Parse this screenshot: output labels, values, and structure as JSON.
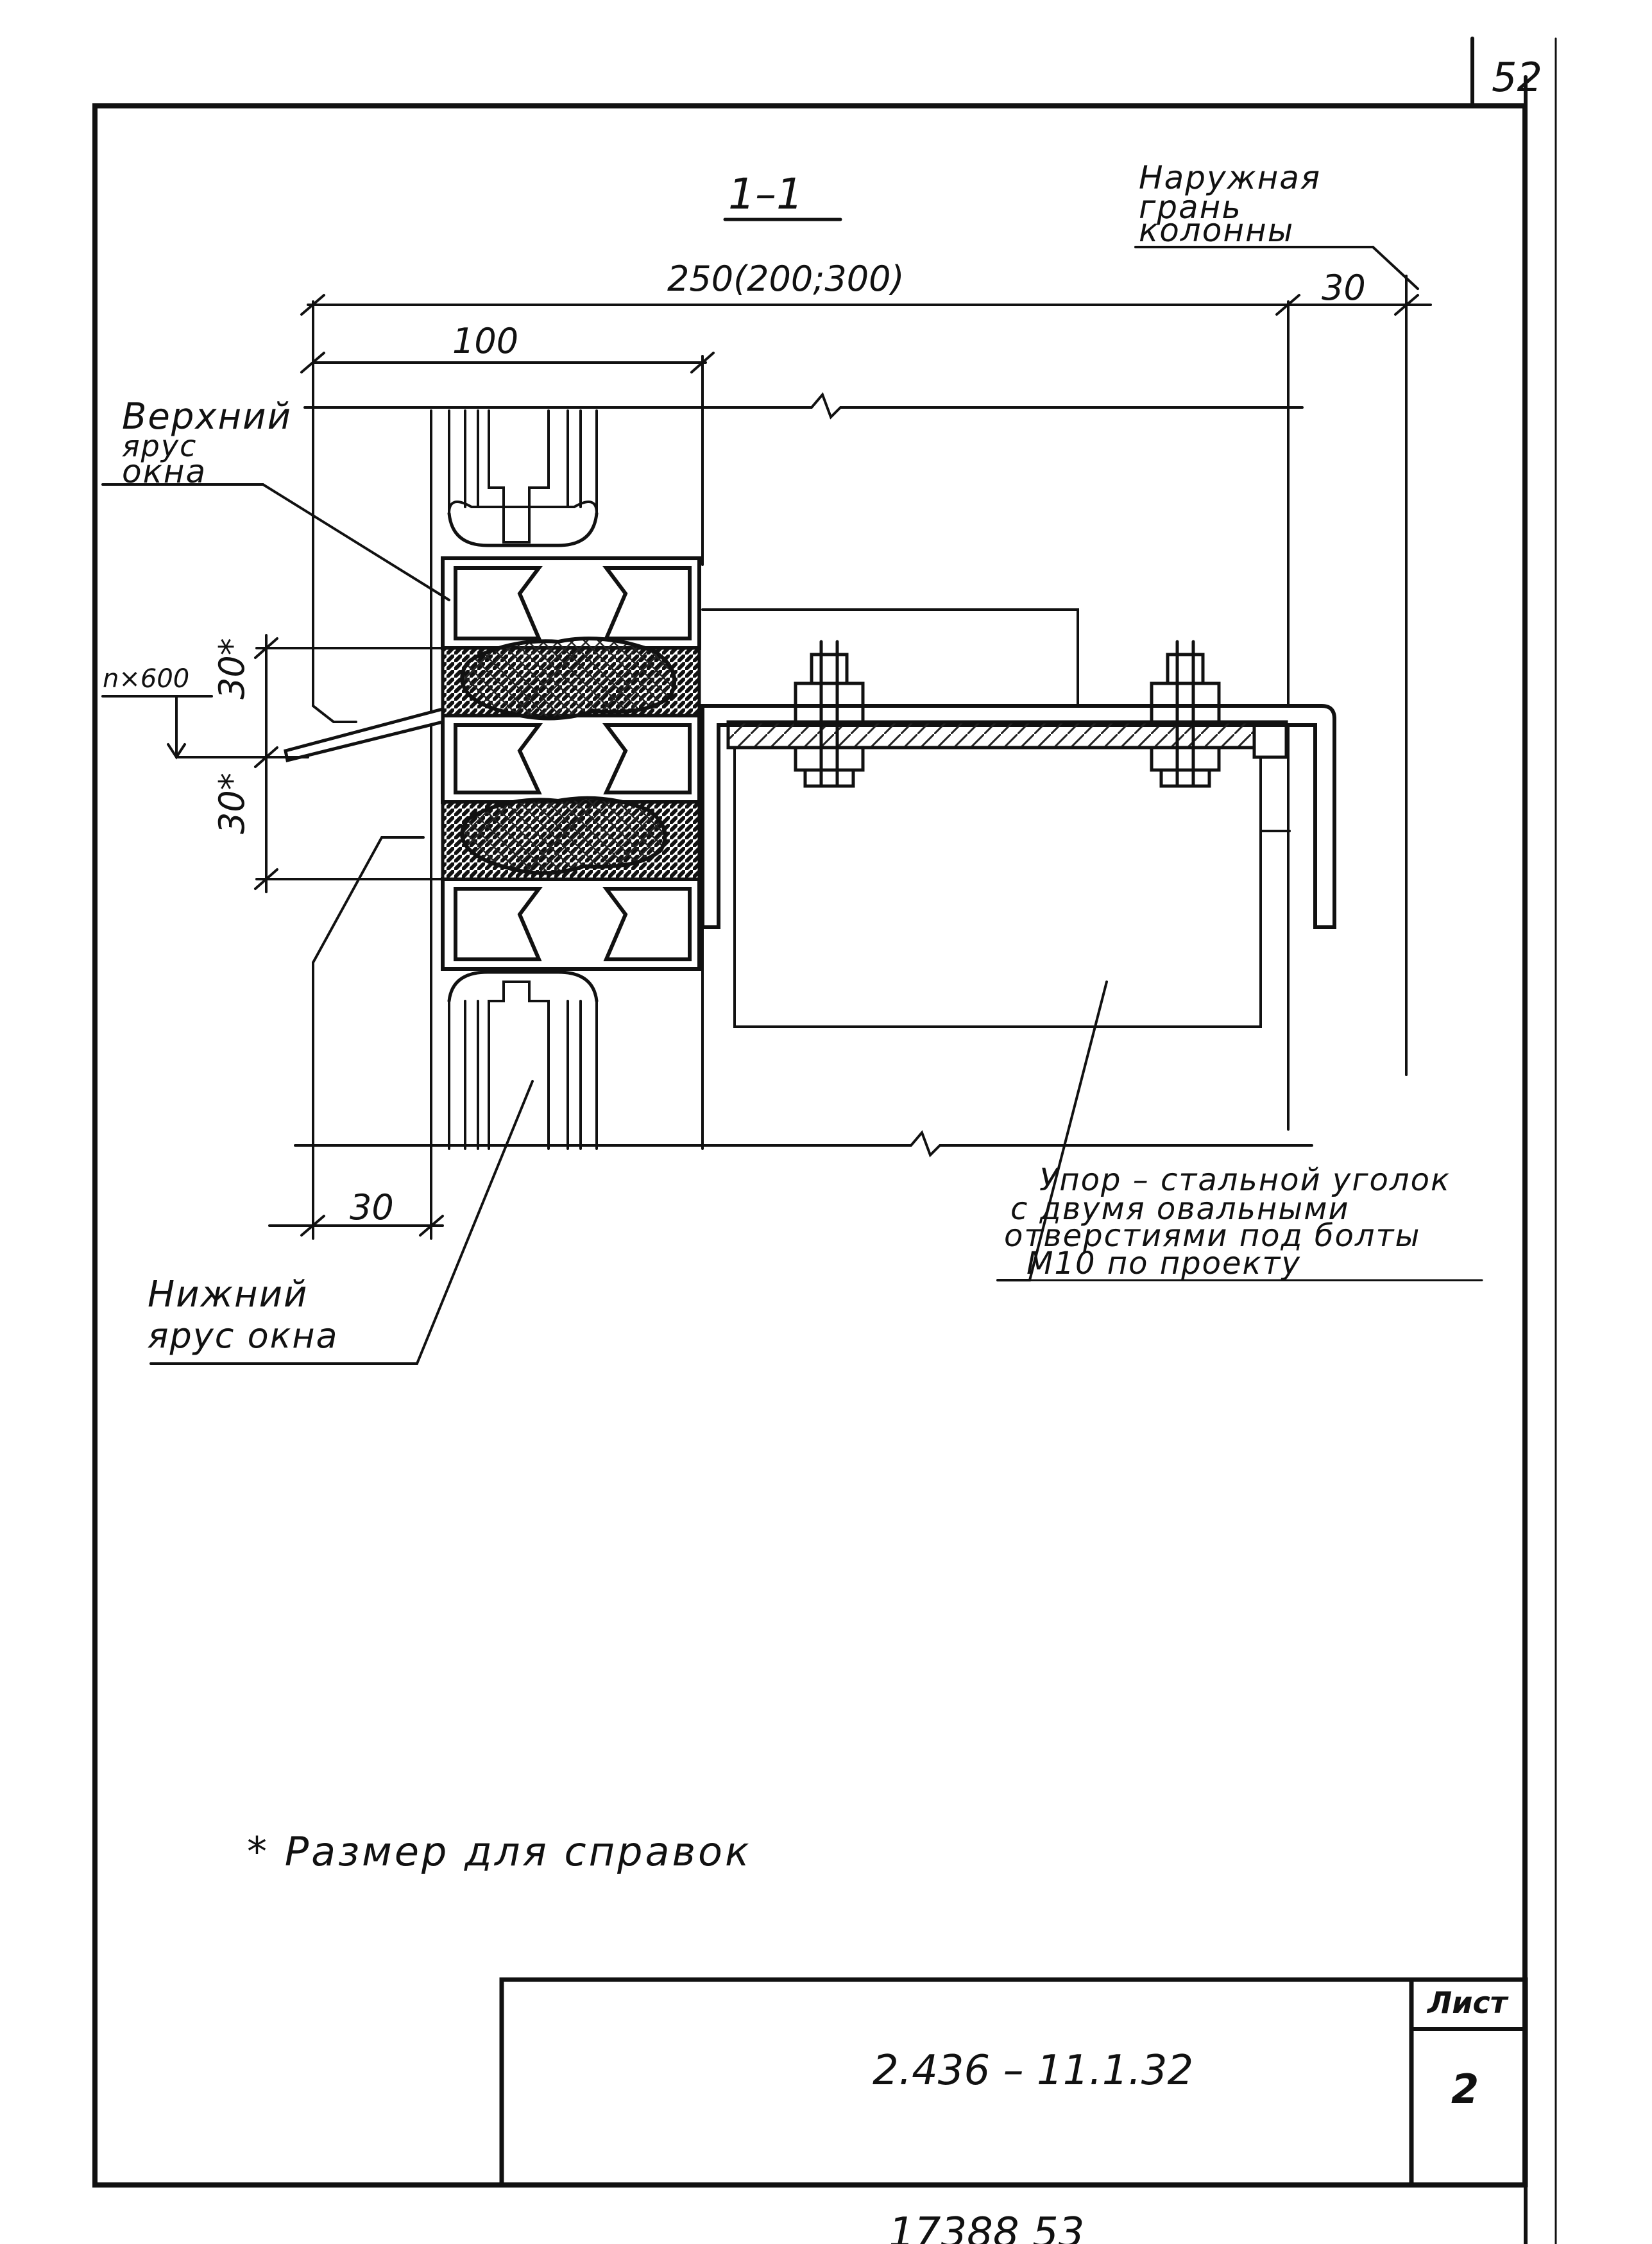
{
  "page_number": "52",
  "section_title": "1–1",
  "labels": {
    "outer_face": [
      "Наружная",
      "грань",
      "колонны"
    ],
    "upper_window": [
      "Верхний",
      "ярус",
      "окна"
    ],
    "lower_window": [
      "Нижний",
      "ярус окна"
    ],
    "angle_note": [
      "Упор – стальной уголок",
      "с двумя овальными",
      "отверстиями под болты",
      "М10 по проекту"
    ],
    "footnote": "* Размер для справок"
  },
  "dimensions": {
    "overall": "250(200;300)",
    "offset_30": "30",
    "frame_100": "100",
    "pitch": "n×600",
    "upper_30": "30*",
    "lower_30": "30*",
    "bottom_30": "30"
  },
  "title_block": {
    "code": "2.436 – 11.1.32",
    "sheet_label": "Лист",
    "sheet_number": "2"
  },
  "archive_number": "17388 53"
}
